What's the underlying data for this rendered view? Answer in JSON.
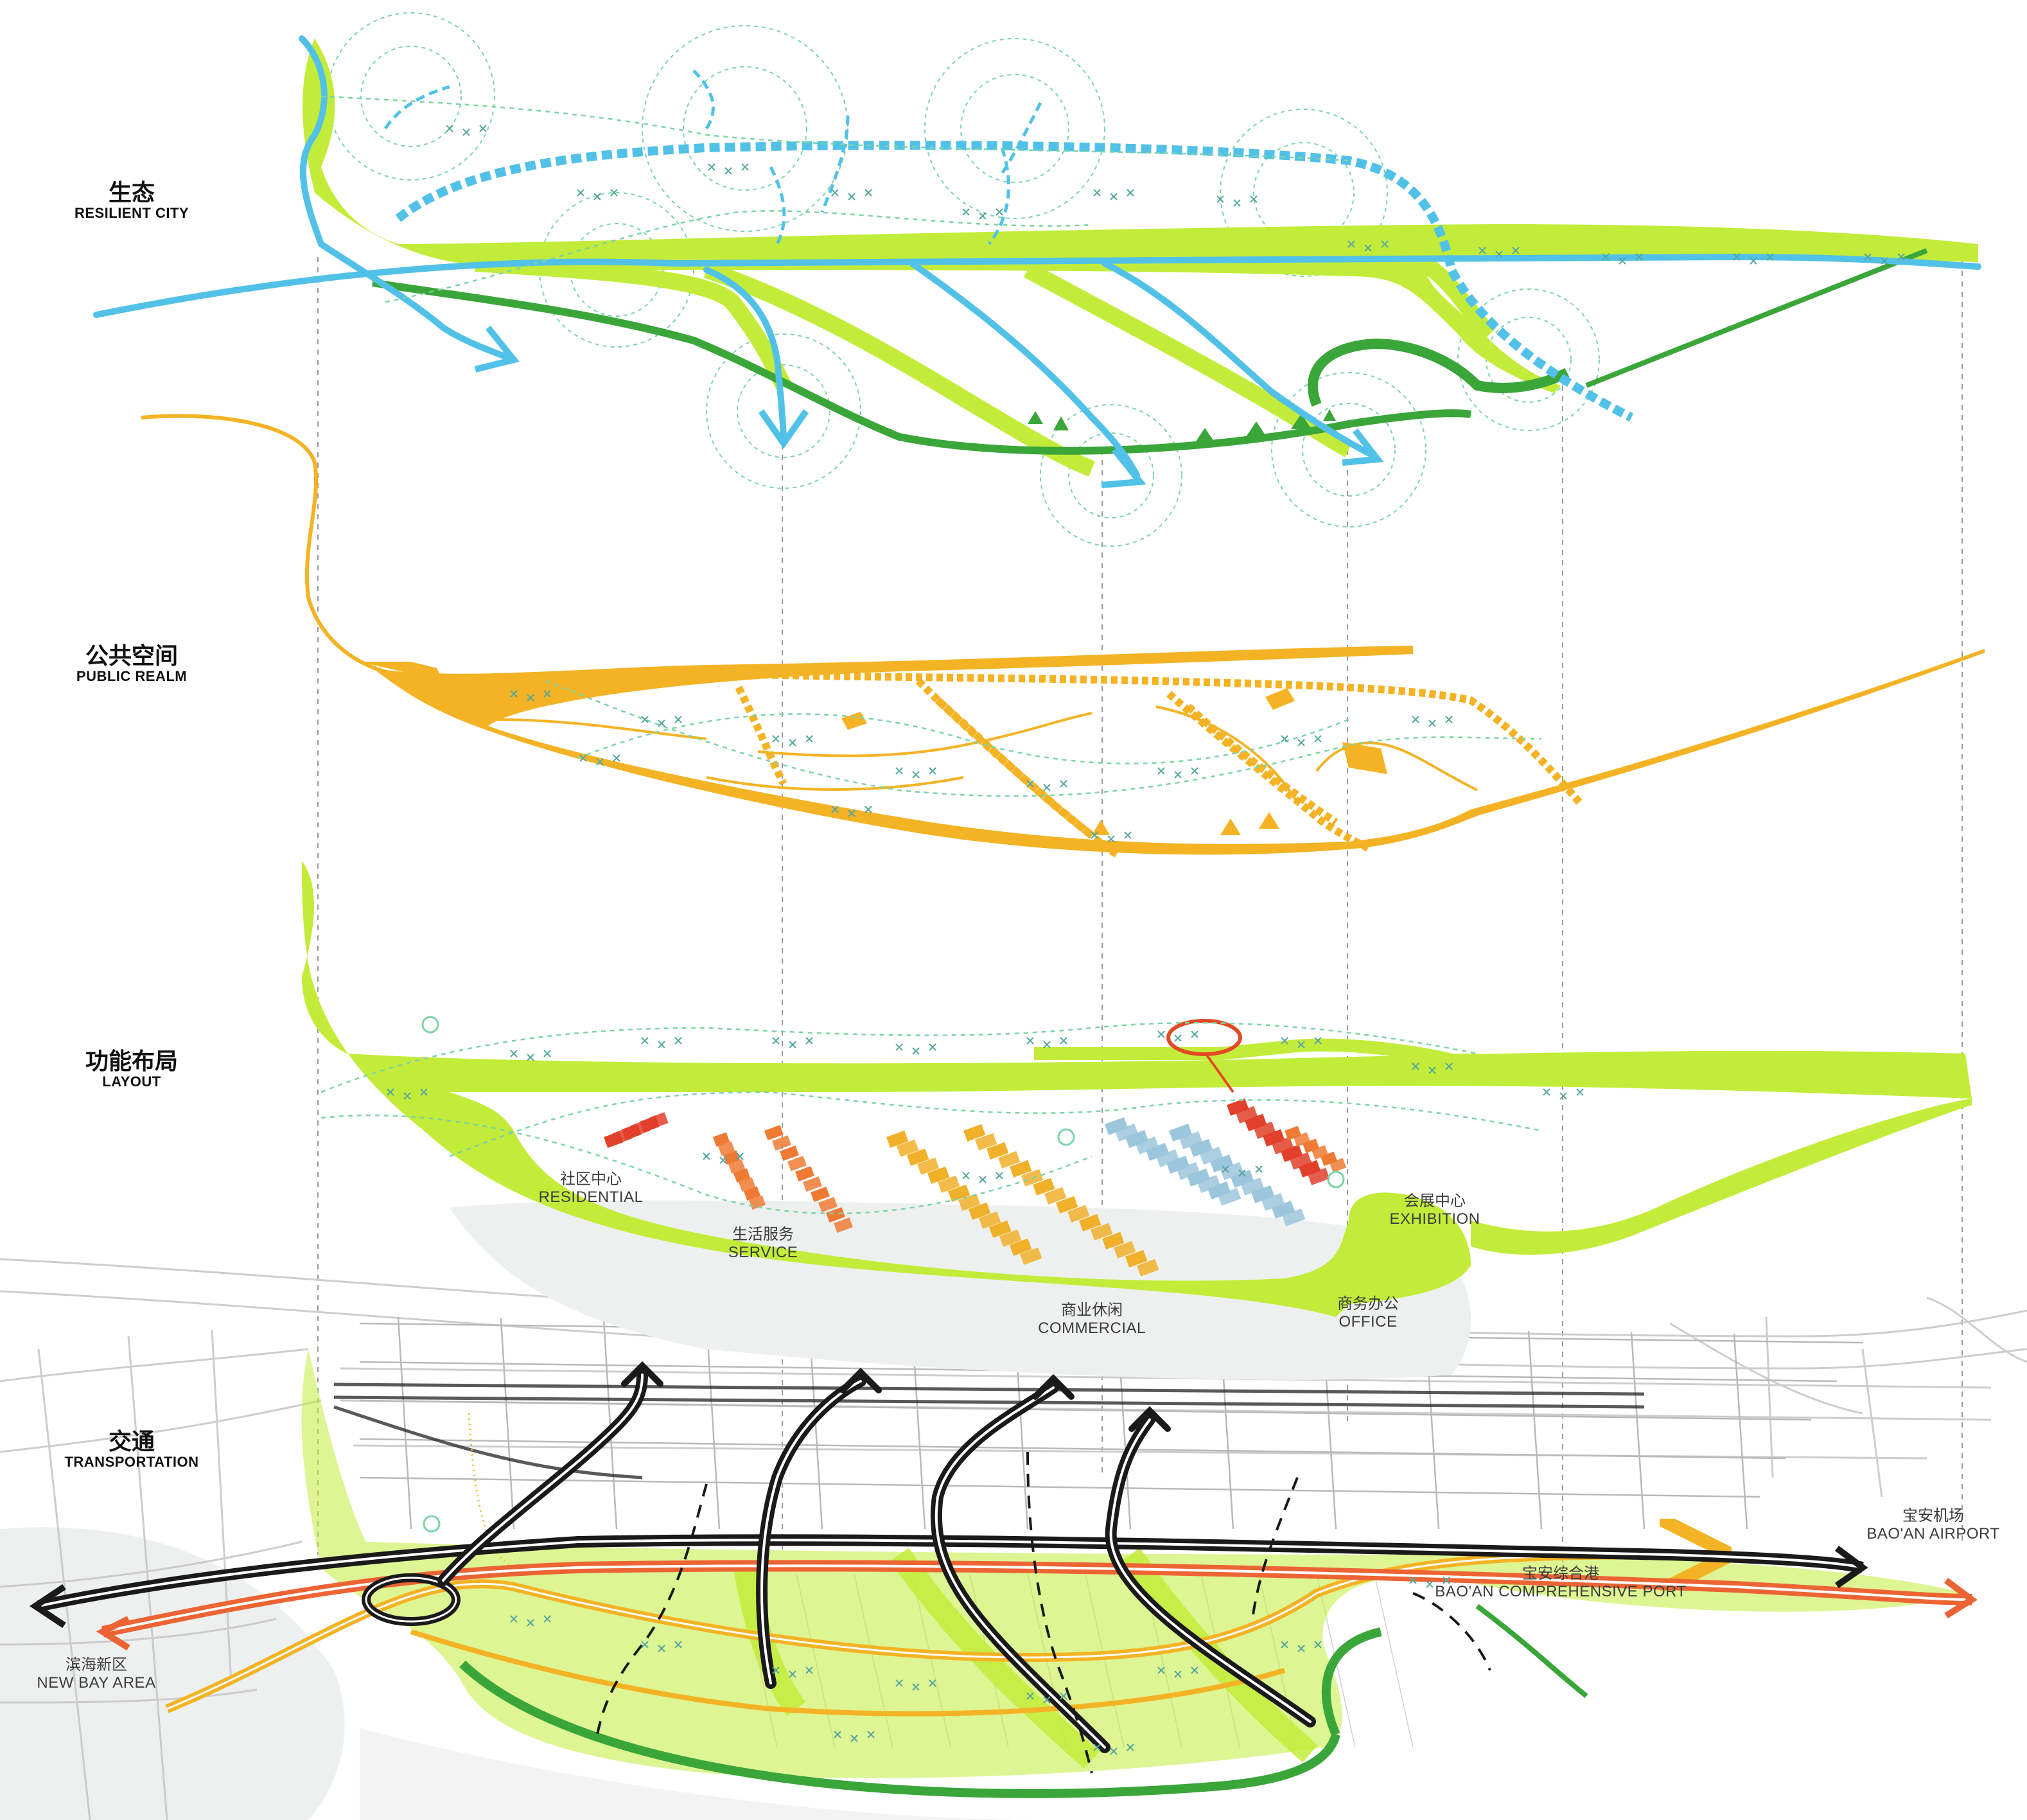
{
  "layers": {
    "ecology": {
      "zh": "生态",
      "en": "RESILIENT CITY"
    },
    "public_realm": {
      "zh": "公共空间",
      "en": "PUBLIC REALM"
    },
    "layout": {
      "zh": "功能布局",
      "en": "LAYOUT"
    },
    "transportation": {
      "zh": "交通",
      "en": "TRANSPORTATION"
    }
  },
  "functions": {
    "residential": {
      "zh": "社区中心",
      "en": "RESIDENTIAL"
    },
    "service": {
      "zh": "生活服务",
      "en": "SERVICE"
    },
    "commercial": {
      "zh": "商业休闲",
      "en": "COMMERCIAL"
    },
    "office": {
      "zh": "商务办公",
      "en": "OFFICE"
    },
    "exhibition": {
      "zh": "会展中心",
      "en": "EXHIBITION"
    }
  },
  "places": {
    "airport": {
      "zh": "宝安机场",
      "en": "BAO'AN AIRPORT"
    },
    "port": {
      "zh": "宝安综合港",
      "en": "BAO'AN COMPREHENSIVE PORT"
    },
    "new_bay": {
      "zh": "滨海新区",
      "en": "NEW BAY AREA"
    }
  },
  "colors": {
    "lime_green": "#c3ec3a",
    "dark_green": "#3aa63a",
    "water_blue": "#52c1e8",
    "public_orange": "#f4b324",
    "residential_red": "#e2402b",
    "service_orange": "#ee7a33",
    "commercial_yellow": "#f1b02a",
    "office_blue": "#9cc6dc",
    "road_black": "#1a1a1a",
    "rail_red": "#ed6434",
    "dashed_link": "#7bd4a6",
    "guide_line": "#9a9a9a",
    "map_roads": "#c8c8c8"
  }
}
